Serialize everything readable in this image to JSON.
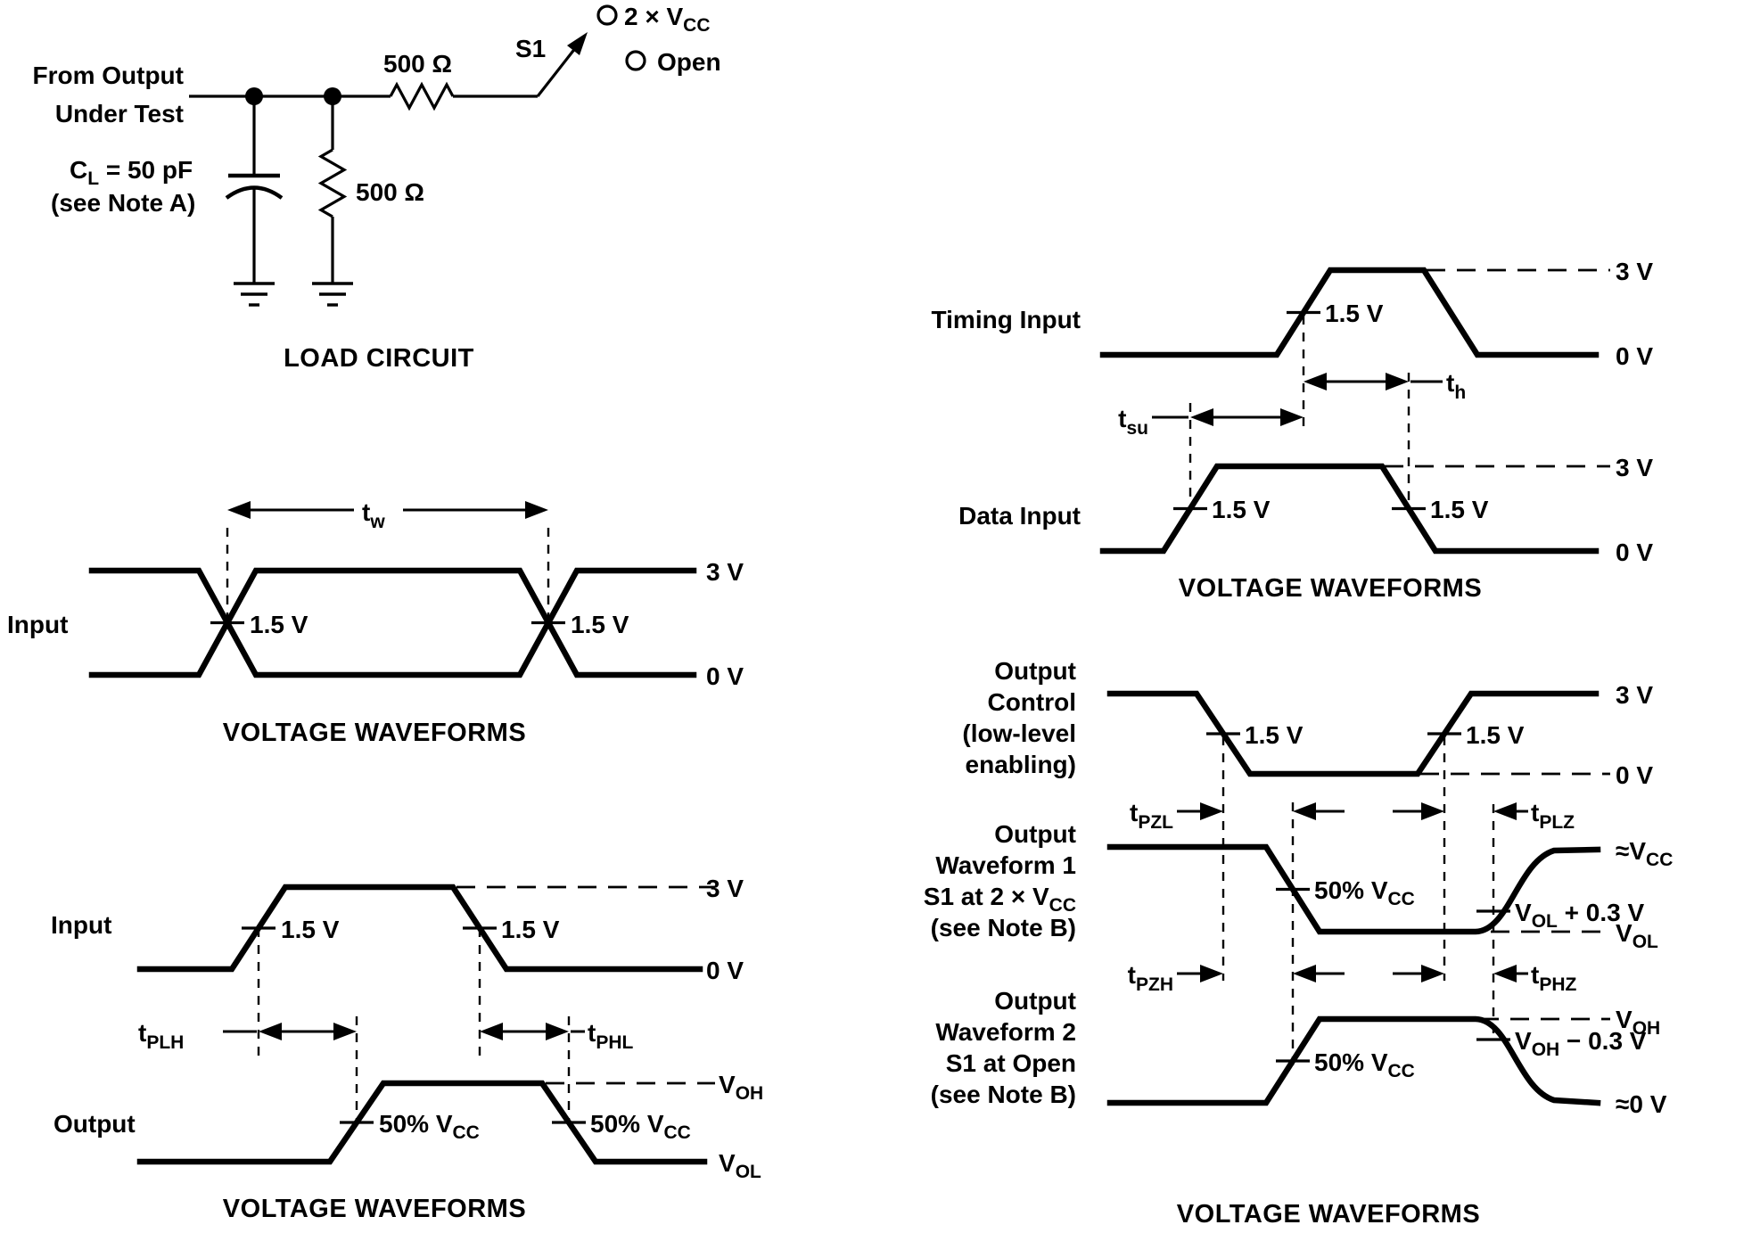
{
  "load_circuit": {
    "title": "LOAD CIRCUIT",
    "source_line1": "From Output",
    "source_line2": "Under Test",
    "cap": {
      "t": "C",
      "s": "L",
      "p": " = 50 pF"
    },
    "cap_note": "(see Note A)",
    "series_resistor": "500 Ω",
    "shunt_resistor": "500 Ω",
    "switch_label": "S1",
    "position_vcc": {
      "t": "2 × V",
      "s": "CC"
    },
    "position_open": "Open"
  },
  "pulse_duration": {
    "signal_label": "Input",
    "tw": {
      "t": "t",
      "s": "w"
    },
    "cross1": "1.5 V",
    "cross2": "1.5 V",
    "high": "3 V",
    "low": "0 V",
    "title": "VOLTAGE WAVEFORMS"
  },
  "propagation_delay": {
    "input_label": "Input",
    "output_label": "Output",
    "in_cross1": "1.5 V",
    "in_cross2": "1.5 V",
    "in_high": "3 V",
    "in_low": "0 V",
    "tplh": {
      "t": "t",
      "s": "PLH"
    },
    "tphl": {
      "t": "t",
      "s": "PHL"
    },
    "out_cross1": {
      "t": "50% V",
      "s": "CC"
    },
    "out_cross2": {
      "t": "50% V",
      "s": "CC"
    },
    "voh": {
      "t": "V",
      "s": "OH"
    },
    "vol": {
      "t": "V",
      "s": "OL"
    },
    "title": "VOLTAGE WAVEFORMS"
  },
  "setup_hold": {
    "timing_label": "Timing Input",
    "data_label": "Data Input",
    "tsu": {
      "t": "t",
      "s": "su"
    },
    "th": {
      "t": "t",
      "s": "h"
    },
    "timing_cross": "1.5 V",
    "data_cross1": "1.5 V",
    "data_cross2": "1.5 V",
    "timing_high": "3 V",
    "timing_low": "0 V",
    "data_high": "3 V",
    "data_low": "0 V",
    "title": "VOLTAGE WAVEFORMS"
  },
  "enable_disable": {
    "control_label": [
      "Output",
      "Control",
      "(low-level",
      "enabling)"
    ],
    "w1_label_1": "Output",
    "w1_label_2": "Waveform 1",
    "w1_label_3": {
      "t": "S1 at 2 × V",
      "s": "CC"
    },
    "w1_label_4": "(see Note B)",
    "w2_label_1": "Output",
    "w2_label_2": "Waveform 2",
    "w2_label_3": "S1 at Open",
    "w2_label_4": "(see Note B)",
    "ctrl_cross1": "1.5 V",
    "ctrl_cross2": "1.5 V",
    "ctrl_high": "3 V",
    "ctrl_low": "0 V",
    "tpzl": {
      "t": "t",
      "s": "PZL"
    },
    "tplz": {
      "t": "t",
      "s": "PLZ"
    },
    "tpzh": {
      "t": "t",
      "s": "PZH"
    },
    "tphz": {
      "t": "t",
      "s": "PHZ"
    },
    "w1_cross": {
      "t": "50% V",
      "s": "CC"
    },
    "w1_threshold": {
      "t": "V",
      "s": "OL",
      "p": " + 0.3 V"
    },
    "w1_high": {
      "t": "≈V",
      "s": "CC"
    },
    "w1_low": {
      "t": "V",
      "s": "OL"
    },
    "w2_cross": {
      "t": "50% V",
      "s": "CC"
    },
    "w2_threshold": {
      "t": "V",
      "s": "OH",
      "p": " − 0.3 V"
    },
    "w2_high": {
      "t": "V",
      "s": "OH"
    },
    "w2_low": "≈0 V",
    "title": "VOLTAGE WAVEFORMS"
  }
}
